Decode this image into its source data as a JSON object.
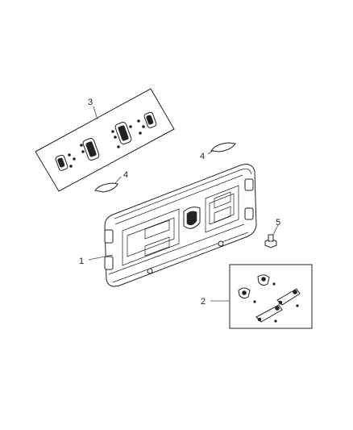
{
  "diagram": {
    "callouts": [
      {
        "id": "callout-1",
        "label": "1"
      },
      {
        "id": "callout-2",
        "label": "2"
      },
      {
        "id": "callout-3",
        "label": "3"
      },
      {
        "id": "callout-4a",
        "label": "4"
      },
      {
        "id": "callout-4b",
        "label": "4"
      },
      {
        "id": "callout-5",
        "label": "5"
      }
    ]
  }
}
